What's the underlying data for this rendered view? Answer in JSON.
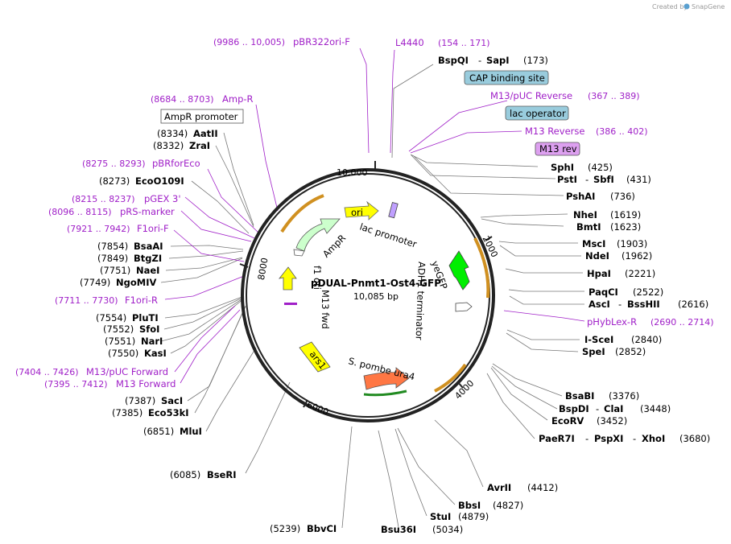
{
  "credit": {
    "text": "Created by",
    "brand": "SnapGene"
  },
  "plasmid": {
    "name": "pDUAL-Pnmt1-Ost4-GFP",
    "size": "10,085 bp"
  },
  "ticks": {
    "t2000": "2000",
    "t4000": "4000",
    "t6000": "6000",
    "t8000": "8000",
    "t10000": "10,000"
  },
  "features": {
    "ori": "ori",
    "lac_promoter": "lac promoter",
    "AmpR": "AmpR",
    "f1_ori": "f1 ori",
    "M13_fwd": "M13 fwd",
    "yeGFP": "yeGFP",
    "ADH1_terminator": "ADH1 terminator",
    "ars1": "ars1",
    "ura4": "S. pombe ura4"
  },
  "boxed": {
    "cap": "CAP binding site",
    "lacop": "lac operator",
    "m13rev": "M13 rev",
    "ampr_promoter": "AmpR promoter"
  },
  "primers_right": [
    {
      "range": "(154 .. 171)",
      "name": "L4440"
    },
    {
      "name": "M13/pUC Reverse",
      "range": "(367 .. 389)"
    },
    {
      "name": "M13 Reverse",
      "range": "(386 .. 402)"
    },
    {
      "name": "pHybLex-R",
      "range": "(2690 .. 2714)"
    }
  ],
  "primers_left": [
    {
      "range": "(9986 .. 10,005)",
      "name": "pBR322ori-F"
    },
    {
      "range": "(8684 .. 8703)",
      "name": "Amp-R"
    },
    {
      "range": "(8275 .. 8293)",
      "name": "pBRforEco"
    },
    {
      "range": "(8215 .. 8237)",
      "name": "pGEX 3'"
    },
    {
      "range": "(8096 .. 8115)",
      "name": "pRS-marker"
    },
    {
      "range": "(7921 .. 7942)",
      "name": "F1ori-F"
    },
    {
      "range": "(7711 .. 7730)",
      "name": "F1ori-R"
    },
    {
      "range": "(7404 .. 7426)",
      "name": "M13/pUC Forward"
    },
    {
      "range": "(7395 .. 7412)",
      "name": "M13 Forward"
    }
  ],
  "enzymes_right": [
    {
      "name": "BspQI",
      "sep": "-",
      "name2": "SapI",
      "pos": "(173)"
    },
    {
      "name": "SphI",
      "pos": "(425)"
    },
    {
      "name": "PstI",
      "sep": "-",
      "name2": "SbfI",
      "pos": "(431)"
    },
    {
      "name": "PshAI",
      "pos": "(736)"
    },
    {
      "name": "NheI",
      "pos": "(1619)"
    },
    {
      "name": "BmtI",
      "pos": "(1623)"
    },
    {
      "name": "MscI",
      "pos": "(1903)"
    },
    {
      "name": "NdeI",
      "pos": "(1962)"
    },
    {
      "name": "HpaI",
      "pos": "(2221)"
    },
    {
      "name": "PaqCI",
      "pos": "(2522)"
    },
    {
      "name": "AscI",
      "sep": "-",
      "name2": "BssHII",
      "pos": "(2616)"
    },
    {
      "name": "I-SceI",
      "pos": "(2840)"
    },
    {
      "name": "SpeI",
      "pos": "(2852)"
    },
    {
      "name": "BsaBI",
      "pos": "(3376)"
    },
    {
      "name": "BspDI",
      "sep": "-",
      "name2": "ClaI",
      "pos": "(3448)"
    },
    {
      "name": "EcoRV",
      "pos": "(3452)"
    },
    {
      "name": "PaeR7I",
      "sep": "-",
      "name2": "PspXI",
      "sep2": "-",
      "name3": "XhoI",
      "pos": "(3680)"
    },
    {
      "name": "AvrII",
      "pos": "(4412)"
    },
    {
      "name": "BbsI",
      "pos": "(4827)"
    },
    {
      "name": "StuI",
      "pos": "(4879)"
    },
    {
      "name": "Bsu36I",
      "pos": "(5034)"
    }
  ],
  "enzymes_left": [
    {
      "pos": "(8334)",
      "name": "AatII"
    },
    {
      "pos": "(8332)",
      "name": "ZraI"
    },
    {
      "pos": "(8273)",
      "name": "EcoO109I"
    },
    {
      "pos": "(7854)",
      "name": "BsaAI"
    },
    {
      "pos": "(7849)",
      "name": "BtgZI"
    },
    {
      "pos": "(7751)",
      "name": "NaeI"
    },
    {
      "pos": "(7749)",
      "name": "NgoMIV"
    },
    {
      "pos": "(7554)",
      "name": "PluTI"
    },
    {
      "pos": "(7552)",
      "name": "SfoI"
    },
    {
      "pos": "(7551)",
      "name": "NarI"
    },
    {
      "pos": "(7550)",
      "name": "KasI"
    },
    {
      "pos": "(7387)",
      "name": "SacI"
    },
    {
      "pos": "(7385)",
      "name": "Eco53kI"
    },
    {
      "pos": "(6851)",
      "name": "MluI"
    },
    {
      "pos": "(6085)",
      "name": "BseRI"
    },
    {
      "pos": "(5239)",
      "name": "BbvCI"
    }
  ],
  "colors": {
    "ori": "#ffff00",
    "ampr": "#ccffcc",
    "yegfp": "#00ee00",
    "ura4": "#ff7744",
    "ars1": "#ffff00",
    "cap": "#99ccdd",
    "lacop": "#99ccdd",
    "m13rev": "#dda0f0",
    "primer": "#a020c8"
  }
}
